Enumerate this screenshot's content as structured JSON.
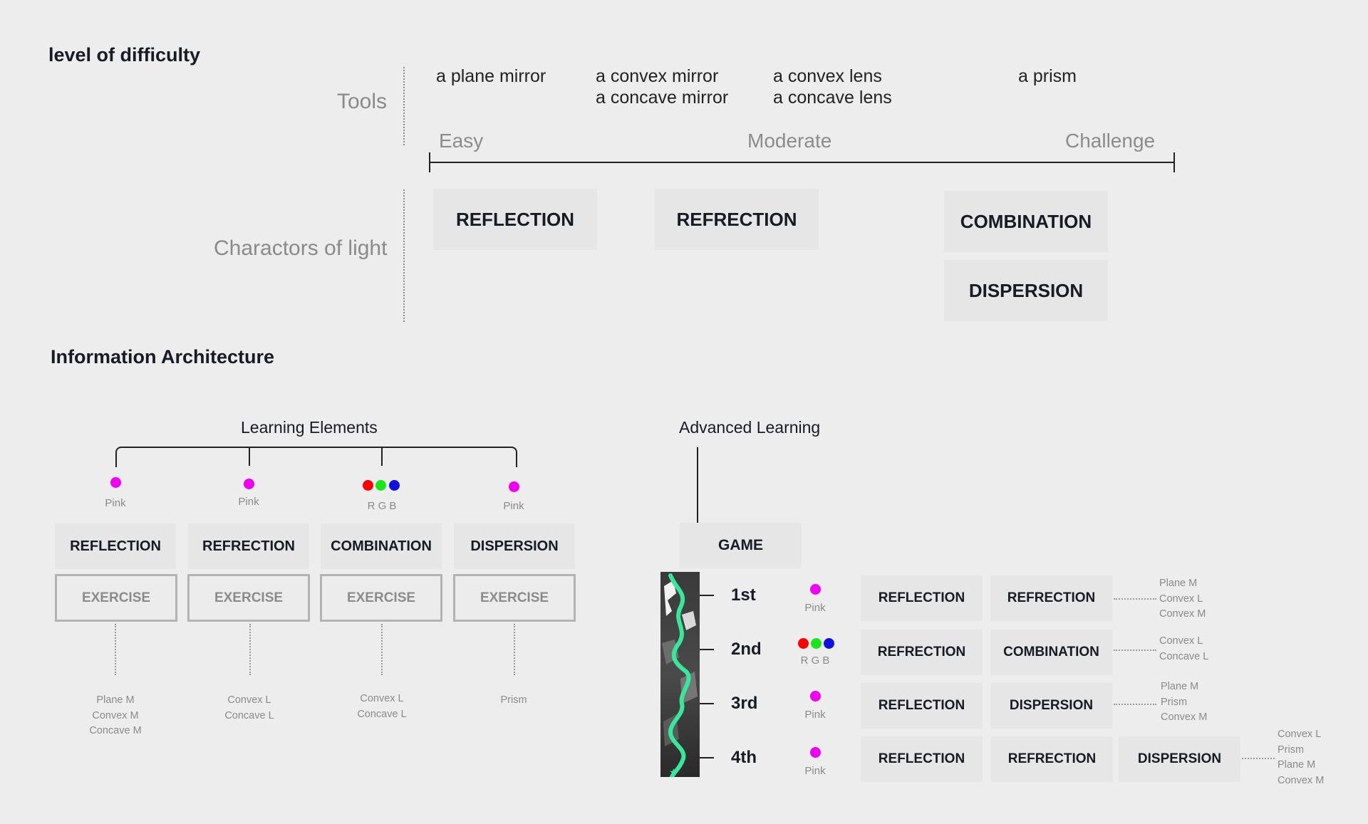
{
  "difficulty": {
    "heading": "level of difficulty",
    "tools_label": "Tools",
    "light_label": "Charactors of light",
    "tools": [
      {
        "line1": "a plane mirror",
        "line2": ""
      },
      {
        "line1": "a convex mirror",
        "line2": "a concave mirror"
      },
      {
        "line1": "a convex lens",
        "line2": "a concave lens"
      },
      {
        "line1": "a prism",
        "line2": ""
      }
    ],
    "levels": [
      "Easy",
      "Moderate",
      "Challenge"
    ],
    "cards": [
      "REFLECTION",
      "REFRECTION",
      "COMBINATION",
      "DISPERSION"
    ]
  },
  "architecture": {
    "heading": "Information Architecture",
    "learning": {
      "title": "Learning Elements",
      "columns": [
        {
          "color_caption": "Pink",
          "colors": [
            "#f000f0"
          ],
          "label": "REFLECTION",
          "exercise": "EXERCISE",
          "tools": [
            "Plane M",
            "Convex M",
            "Concave M"
          ]
        },
        {
          "color_caption": "Pink",
          "colors": [
            "#f000f0"
          ],
          "label": "REFRECTION",
          "exercise": "EXERCISE",
          "tools": [
            "Convex L",
            "Concave L"
          ]
        },
        {
          "color_caption": "R G B",
          "colors": [
            "#ff0000",
            "#19e619",
            "#1010e0"
          ],
          "label": "COMBINATION",
          "exercise": "EXERCISE",
          "tools": [
            "Convex L",
            "Concave L"
          ]
        },
        {
          "color_caption": "Pink",
          "colors": [
            "#f000f0"
          ],
          "label": "DISPERSION",
          "exercise": "EXERCISE",
          "tools": [
            "Prism"
          ]
        }
      ]
    },
    "advanced": {
      "title": "Advanced Learning",
      "game_label": "GAME",
      "stages": [
        {
          "order": "1st",
          "color_caption": "Pink",
          "colors": [
            "#f000f0"
          ],
          "cards": [
            "REFLECTION",
            "REFRECTION"
          ],
          "tools": [
            "Plane M",
            "Convex L",
            "Convex M"
          ]
        },
        {
          "order": "2nd",
          "color_caption": "R G B",
          "colors": [
            "#ff0000",
            "#19e619",
            "#1010e0"
          ],
          "cards": [
            "REFRECTION",
            "COMBINATION"
          ],
          "tools": [
            "Convex L",
            "Concave L"
          ]
        },
        {
          "order": "3rd",
          "color_caption": "Pink",
          "colors": [
            "#f000f0"
          ],
          "cards": [
            "REFLECTION",
            "DISPERSION"
          ],
          "tools": [
            "Plane M",
            "Prism",
            "Convex M"
          ]
        },
        {
          "order": "4th",
          "color_caption": "Pink",
          "colors": [
            "#f000f0"
          ],
          "cards": [
            "REFLECTION",
            "REFRECTION",
            "DISPERSION"
          ],
          "tools": [
            "Convex L",
            "Prism",
            "Plane M",
            "Convex M"
          ]
        }
      ]
    }
  },
  "colors": {
    "pink": "#f000f0",
    "red": "#ff0000",
    "green": "#19e619",
    "blue": "#1010e0",
    "path": "#38e89a"
  }
}
